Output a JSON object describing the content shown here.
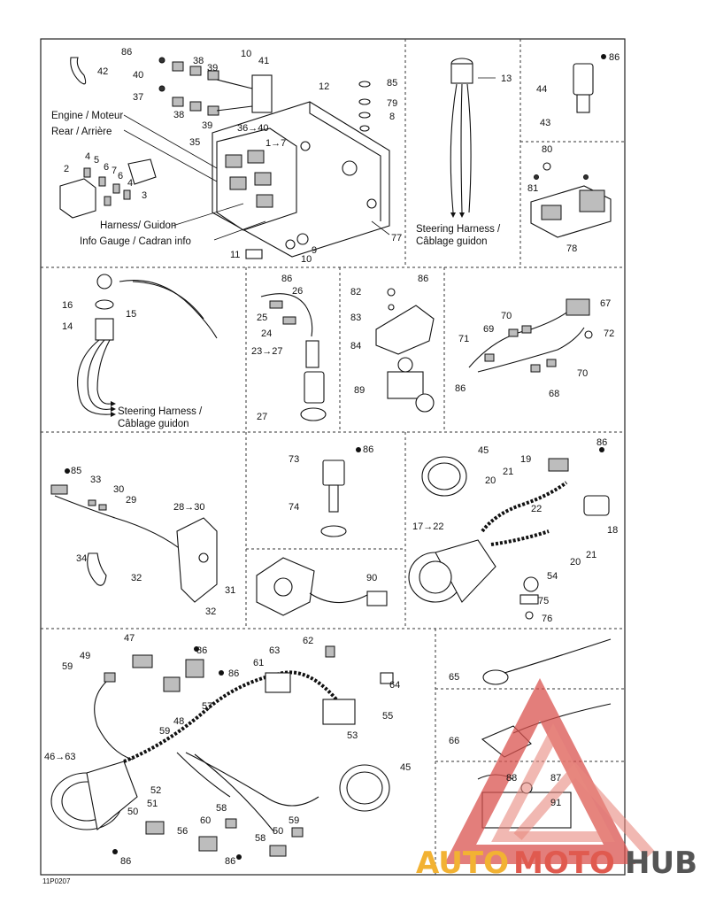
{
  "diagram_code": "11P0207",
  "captions": {
    "engine": "Engine / Moteur",
    "rear": "Rear / Arrière",
    "harness_guidon": "Harness/ Guidon",
    "info_gauge": "Info Gauge / Cadran info",
    "steering_1_line1": "Steering Harness /",
    "steering_1_line2": "Câblage guidon",
    "steering_2_line1": "Steering Harness /",
    "steering_2_line2": "Câblage guidon"
  },
  "labels": {
    "p1": "86",
    "p2": "40",
    "p3": "38",
    "p4": "39",
    "p5": "10",
    "p6": "41",
    "p7": "37",
    "p8": "38",
    "p9": "39",
    "p10": "36→40",
    "p11": "1→7",
    "p12": "35",
    "p13": "12",
    "p14": "85",
    "p15": "79",
    "p16": "8",
    "p17": "2",
    "p18": "4",
    "p19": "5",
    "p20": "6",
    "p21": "7",
    "p22": "4",
    "p23": "6",
    "p24": "3",
    "p25": "11",
    "p26": "10",
    "p27": "9",
    "p28": "77",
    "p29": "42",
    "p30": "13",
    "p31": "86",
    "p32": "44",
    "p33": "43",
    "p34": "80",
    "p35": "81",
    "p36": "78",
    "q1": "16",
    "q2": "14",
    "q3": "15",
    "q4": "86",
    "q5": "26",
    "q6": "25",
    "q7": "24",
    "q8": "23→27",
    "q9": "27",
    "q10": "82",
    "q11": "86",
    "q12": "83",
    "q13": "84",
    "q14": "89",
    "q15": "67",
    "q16": "70",
    "q17": "69",
    "q18": "71",
    "q19": "72",
    "q20": "86",
    "q21": "68",
    "q22": "70",
    "r1": "85",
    "r2": "33",
    "r3": "30",
    "r4": "29",
    "r5": "28→30",
    "r6": "34",
    "r7": "32",
    "r8": "31",
    "r9": "32",
    "r10": "73",
    "r11": "86",
    "r12": "74",
    "r13": "90",
    "r14": "45",
    "r15": "86",
    "r16": "19",
    "r17": "21",
    "r18": "20",
    "r19": "22",
    "r20": "17→22",
    "r21": "18",
    "r22": "21",
    "r23": "20",
    "r24": "54",
    "r25": "75",
    "r26": "76",
    "s1": "47",
    "s2": "86",
    "s3": "49",
    "s4": "59",
    "s5": "61",
    "s6": "63",
    "s7": "62",
    "s8": "86",
    "s9": "57",
    "s10": "64",
    "s11": "48",
    "s12": "59",
    "s13": "55",
    "s14": "53",
    "s15": "46→63",
    "s16": "45",
    "s17": "52",
    "s18": "51",
    "s19": "50",
    "s20": "60",
    "s21": "58",
    "s22": "56",
    "s23": "58",
    "s24": "50",
    "s25": "59",
    "s26": "86",
    "s27": "86",
    "s28": "65",
    "s29": "66",
    "s30": "88",
    "s31": "87",
    "s32": "91"
  },
  "watermark": {
    "auto": "AUTO",
    "moto": "MOTO",
    "hub": "HUB"
  },
  "colors": {
    "line": "#111111",
    "watermark_red": "#d9534f",
    "watermark_yellow": "#f2b233",
    "watermark_gray": "#555555"
  }
}
